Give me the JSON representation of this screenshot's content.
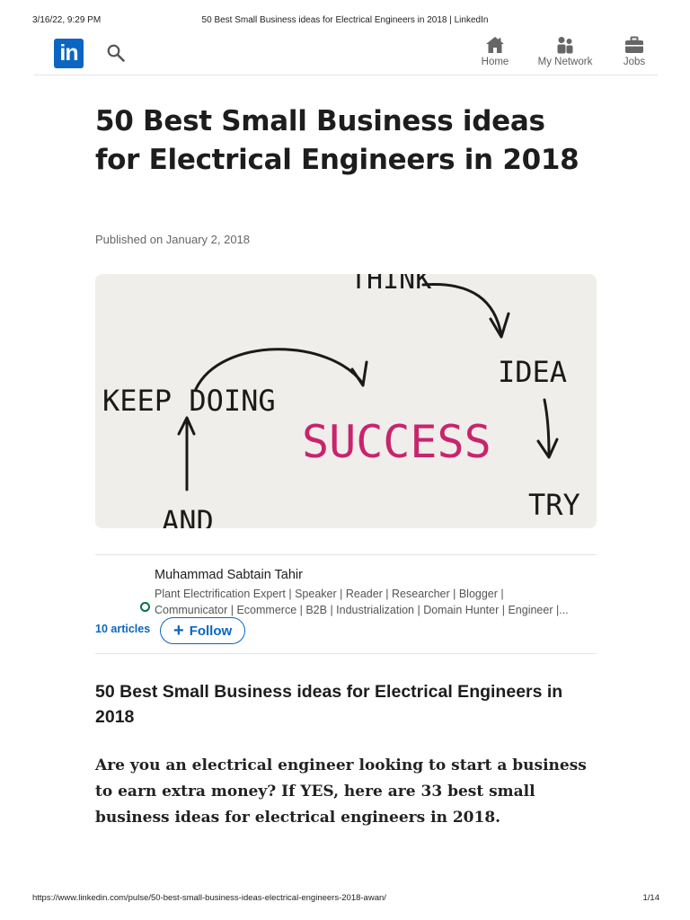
{
  "print_header": {
    "datetime": "3/16/22, 9:29 PM",
    "title": "50 Best Small Business ideas for Electrical Engineers in 2018 | LinkedIn"
  },
  "nav": {
    "logo_text": "in",
    "logo_icon": "linkedin-logo",
    "search_icon": "search-icon",
    "items": [
      {
        "label": "Home",
        "icon": "home-icon"
      },
      {
        "label": "My Network",
        "icon": "network-icon"
      },
      {
        "label": "Jobs",
        "icon": "briefcase-icon"
      }
    ],
    "brand_color": "#0a66c2"
  },
  "article": {
    "title": "50 Best Small Business ideas for Electrical Engineers in 2018",
    "published": "Published on January 2, 2018",
    "hero": {
      "words": [
        "THINK",
        "IDEA",
        "KEEP DOING",
        "SUCCESS",
        "TRY",
        "AND"
      ]
    }
  },
  "author": {
    "name": "Muhammad Sabtain Tahir",
    "headline_line1": "Plant Electrification Expert | Speaker | Reader | Researcher | Blogger |",
    "headline_line2": "Communicator | Ecommerce | B2B | Industrialization | Domain Hunter | Engineer |...",
    "articles_count": "10 articles",
    "follow_label": "Follow",
    "status_color": "#057642"
  },
  "content": {
    "section_heading": "50 Best Small Business ideas for Electrical Engineers in 2018",
    "intro": "Are you an electrical engineer looking to start a business to earn extra money? If YES, here are 33 best small business ideas for electrical engineers in 2018."
  },
  "print_footer": {
    "url": "https://www.linkedin.com/pulse/50-best-small-business-ideas-electrical-engineers-2018-awan/",
    "page": "1/14"
  }
}
